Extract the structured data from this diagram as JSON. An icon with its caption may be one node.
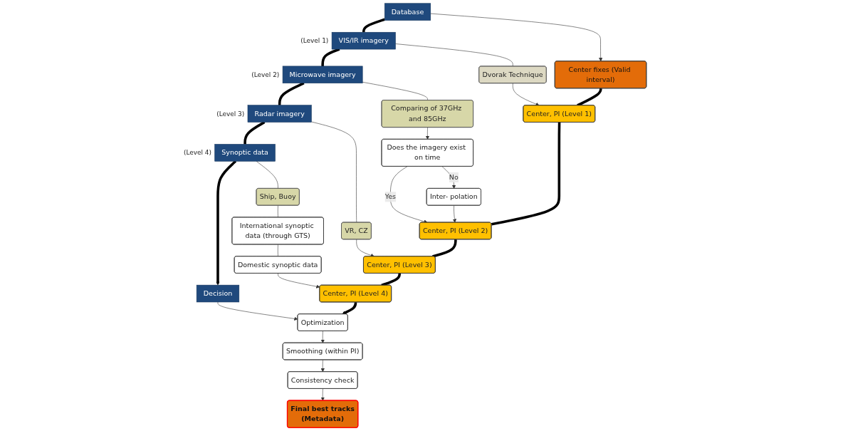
{
  "diagram": {
    "nodes": [
      {
        "text": [
          "Database"
        ]
      },
      {
        "text": [
          "VIS/IR imagery"
        ],
        "beside": [
          "(Level 1)"
        ]
      },
      {
        "text": [
          "Microwave imagery"
        ],
        "beside": [
          "(Level 2)"
        ]
      },
      {
        "text": [
          "Radar imagery"
        ],
        "beside": [
          "(Level 3)"
        ]
      },
      {
        "text": [
          "Synoptic data"
        ],
        "beside": [
          "(Level 4)"
        ]
      },
      {
        "text": [
          "Decision"
        ]
      },
      {
        "text": [
          "Dvorak Technique"
        ]
      },
      {
        "text": [
          "Comparing of 37GHz and 85GHz"
        ]
      },
      {
        "text": [
          "Does the imagery exist on time"
        ]
      },
      {
        "text": [
          "Inter- polation"
        ]
      },
      {
        "text": [
          "VR, CZ"
        ]
      },
      {
        "text": [
          "Ship, Buoy"
        ]
      },
      {
        "text": [
          "International synoptic data (through GTS)"
        ]
      },
      {
        "text": [
          "Domestic synoptic data"
        ]
      },
      {
        "text": [
          "Optimization"
        ]
      },
      {
        "text": [
          "Smoothing (within PI)"
        ]
      },
      {
        "text": [
          "Consistency check"
        ]
      },
      {
        "text": [
          "Center fixes (Valid interval)"
        ]
      },
      {
        "text": [
          "Center, PI (Level 1)"
        ]
      },
      {
        "text": [
          "Center, PI (Level 2)"
        ]
      },
      {
        "text": [
          "Center, PI (Level 3)"
        ]
      },
      {
        "text": [
          "Center, PI (Level 4)"
        ]
      },
      {
        "text": [
          "Final best tracks",
          "(Metadata)"
        ]
      }
    ],
    "edges": [
      {
        "from": 0,
        "to": 1,
        "arrow": "none",
        "style": "thick"
      },
      {
        "from": 1,
        "to": 2,
        "arrow": "none",
        "style": "thick"
      },
      {
        "from": 2,
        "to": 3,
        "arrow": "none",
        "style": "thick"
      },
      {
        "from": 3,
        "to": 4,
        "arrow": "none",
        "style": "thick"
      },
      {
        "from": 4,
        "to": 5,
        "arrow": "to",
        "style": "thick"
      },
      {
        "from": 0,
        "to": 17,
        "arrow": "to"
      },
      {
        "from": 1,
        "to": 6,
        "arrow": "none"
      },
      {
        "from": 6,
        "to": 18,
        "arrow": "to"
      },
      {
        "from": 2,
        "to": 7,
        "arrow": "none"
      },
      {
        "from": 7,
        "to": 8,
        "arrow": "to"
      },
      {
        "from": 8,
        "to": 19,
        "arrow": "to",
        "label": "Yes"
      },
      {
        "from": 8,
        "to": 9,
        "arrow": "to",
        "label": "No"
      },
      {
        "from": 9,
        "to": 19,
        "arrow": "to"
      },
      {
        "from": 3,
        "to": 10,
        "arrow": "none"
      },
      {
        "from": 10,
        "to": 20,
        "arrow": "to"
      },
      {
        "from": 4,
        "to": 11,
        "arrow": "none"
      },
      {
        "from": 11,
        "to": 12,
        "arrow": "none"
      },
      {
        "from": 12,
        "to": 13,
        "arrow": "none"
      },
      {
        "from": 13,
        "to": 21,
        "arrow": "to"
      },
      {
        "from": 5,
        "to": 14,
        "arrow": "to"
      },
      {
        "from": 14,
        "to": 15,
        "arrow": "to"
      },
      {
        "from": 15,
        "to": 16,
        "arrow": "to"
      },
      {
        "from": 16,
        "to": 22,
        "arrow": "to"
      },
      {
        "from": 17,
        "to": 18,
        "arrow": "none",
        "style": "thick"
      },
      {
        "from": 18,
        "to": 19,
        "arrow": "none",
        "style": "thick"
      },
      {
        "from": 19,
        "to": 20,
        "arrow": "none",
        "style": "thick"
      },
      {
        "from": 20,
        "to": 21,
        "arrow": "none",
        "style": "thick"
      },
      {
        "from": 21,
        "to": 14,
        "arrow": "to",
        "style": "thick"
      }
    ]
  }
}
